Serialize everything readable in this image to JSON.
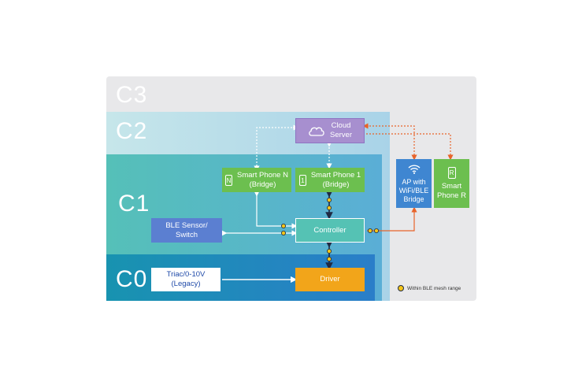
{
  "layers": {
    "c3": "C3",
    "c2": "C2",
    "c1": "C1",
    "c0": "C0"
  },
  "nodes": {
    "cloud_server": "Cloud\nServer",
    "smart_phone_n": "Smart Phone N\n(Bridge)",
    "smart_phone_n_glyph": "N",
    "smart_phone_1": "Smart Phone 1\n(Bridge)",
    "smart_phone_1_glyph": "1",
    "ble_sensor": "BLE Sensor/\nSwitch",
    "controller": "Controller",
    "triac": "Triac/0-10V\n(Legacy)",
    "driver": "Driver",
    "ap_bridge": "AP with\nWiFi/BLE\nBridge",
    "smart_phone_r": "Smart\nPhone R",
    "smart_phone_r_glyph": "R"
  },
  "legend": {
    "text": "Within BLE mesh range"
  },
  "colors": {
    "c3_bg": "#e8e8ea",
    "c2_bg": "#b9dde6",
    "c1_bg": "#55bdbd",
    "c0_bg": "#1e8fb8",
    "purple_node": "#a78fcf",
    "green_node": "#6cbf4f",
    "blue_node": "#5b7fd1",
    "ap_node": "#3f86d1",
    "driver_node": "#f2a51a",
    "orange_link": "#e8632a",
    "mesh_dot": "#f5c518"
  },
  "icons": [
    "cloud-icon",
    "wifi-icon",
    "phone-icon"
  ]
}
